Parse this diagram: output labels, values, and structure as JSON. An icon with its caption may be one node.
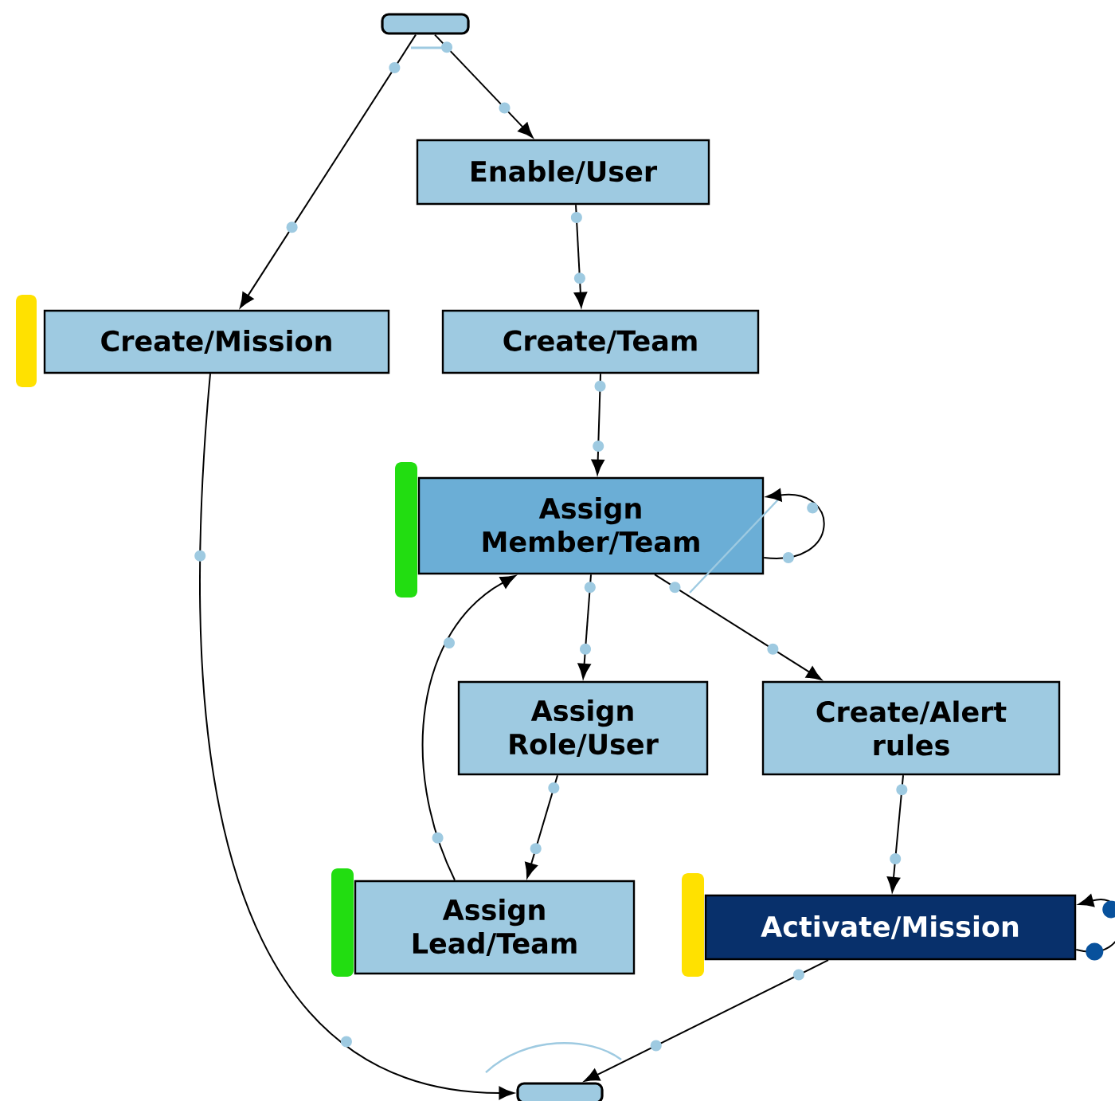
{
  "diagram": {
    "nodes": [
      {
        "text": [],
        "shape": "box"
      },
      {
        "text": [
          "Enable/User"
        ]
      },
      {
        "text": [
          "Create/Mission"
        ]
      },
      {
        "text": [
          "Create/Team"
        ]
      },
      {
        "text": [
          "Assign Member/Team"
        ]
      },
      {
        "text": [
          "Assign Role/User"
        ]
      },
      {
        "text": [
          "Create/Alert rules"
        ]
      },
      {
        "text": [
          "Assign Lead/Team"
        ]
      },
      {
        "text": [
          "Activate/Mission"
        ]
      },
      {
        "text": [],
        "shape": "box"
      },
      {
        "text": [],
        "shape": "bar"
      },
      {
        "text": [],
        "shape": "bar"
      },
      {
        "text": [],
        "shape": "bar"
      },
      {
        "text": [],
        "shape": "bar"
      }
    ],
    "edges": [
      {
        "from": 0,
        "to": 2,
        "arrow": "to"
      },
      {
        "from": 0,
        "to": 1,
        "arrow": "to"
      },
      {
        "from": 1,
        "to": 3,
        "arrow": "to"
      },
      {
        "from": 2,
        "to": 9,
        "arrow": "to"
      },
      {
        "from": 3,
        "to": 4,
        "arrow": "to"
      },
      {
        "from": 4,
        "to": 4,
        "arrow": "to"
      },
      {
        "from": 4,
        "to": 5,
        "arrow": "to"
      },
      {
        "from": 4,
        "to": 6,
        "arrow": "to"
      },
      {
        "from": 5,
        "to": 7,
        "arrow": "to"
      },
      {
        "from": 7,
        "to": 4,
        "arrow": "to"
      },
      {
        "from": 6,
        "to": 8,
        "arrow": "to"
      },
      {
        "from": 8,
        "to": 8,
        "arrow": "to"
      },
      {
        "from": 8,
        "to": 9,
        "arrow": "to"
      }
    ]
  }
}
